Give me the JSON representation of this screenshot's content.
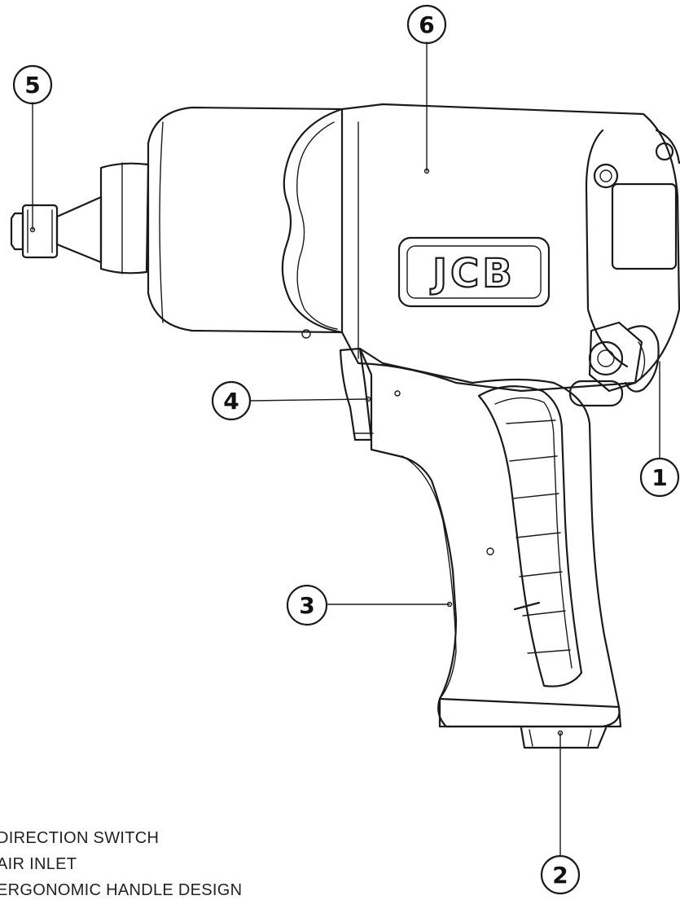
{
  "logo_text": "JCB",
  "callouts": [
    {
      "number": "1"
    },
    {
      "number": "2"
    },
    {
      "number": "3"
    },
    {
      "number": "4"
    },
    {
      "number": "5"
    },
    {
      "number": "6"
    }
  ],
  "legend": [
    "DIRECTION SWITCH",
    "AIR INLET",
    "ERGONOMIC HANDLE DESIGN"
  ]
}
